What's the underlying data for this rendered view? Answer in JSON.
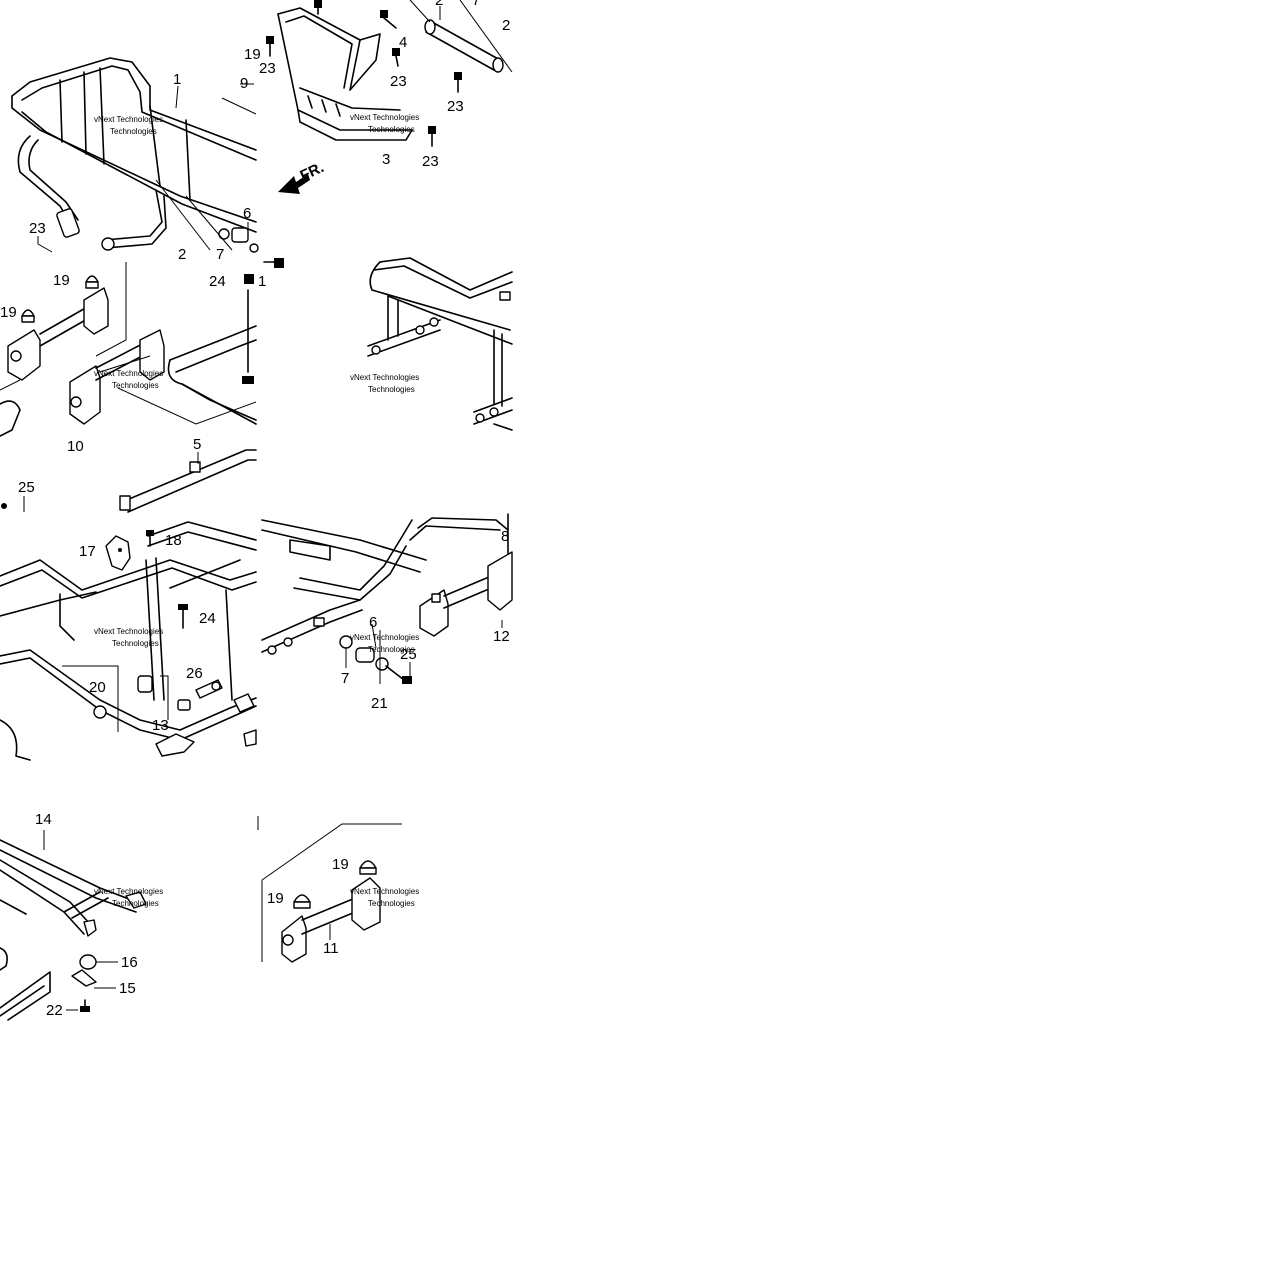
{
  "labels": {
    "p1": "1",
    "p2": "2",
    "p3": "3",
    "p4": "4",
    "p5": "5",
    "p6": "6",
    "p7": "7",
    "p8": "8",
    "p9": "9",
    "p10": "10",
    "p11": "11",
    "p12": "12",
    "p13": "13",
    "p14": "14",
    "p15": "15",
    "p16": "16",
    "p17": "17",
    "p18": "18",
    "p19": "19",
    "p20": "20",
    "p21": "21",
    "p22": "22",
    "p23": "23",
    "p24": "24",
    "p25": "25",
    "p26": "26"
  },
  "front_arrow": "FR.",
  "watermark": {
    "line1": "vNext Technologies",
    "line2": "Technologies"
  }
}
